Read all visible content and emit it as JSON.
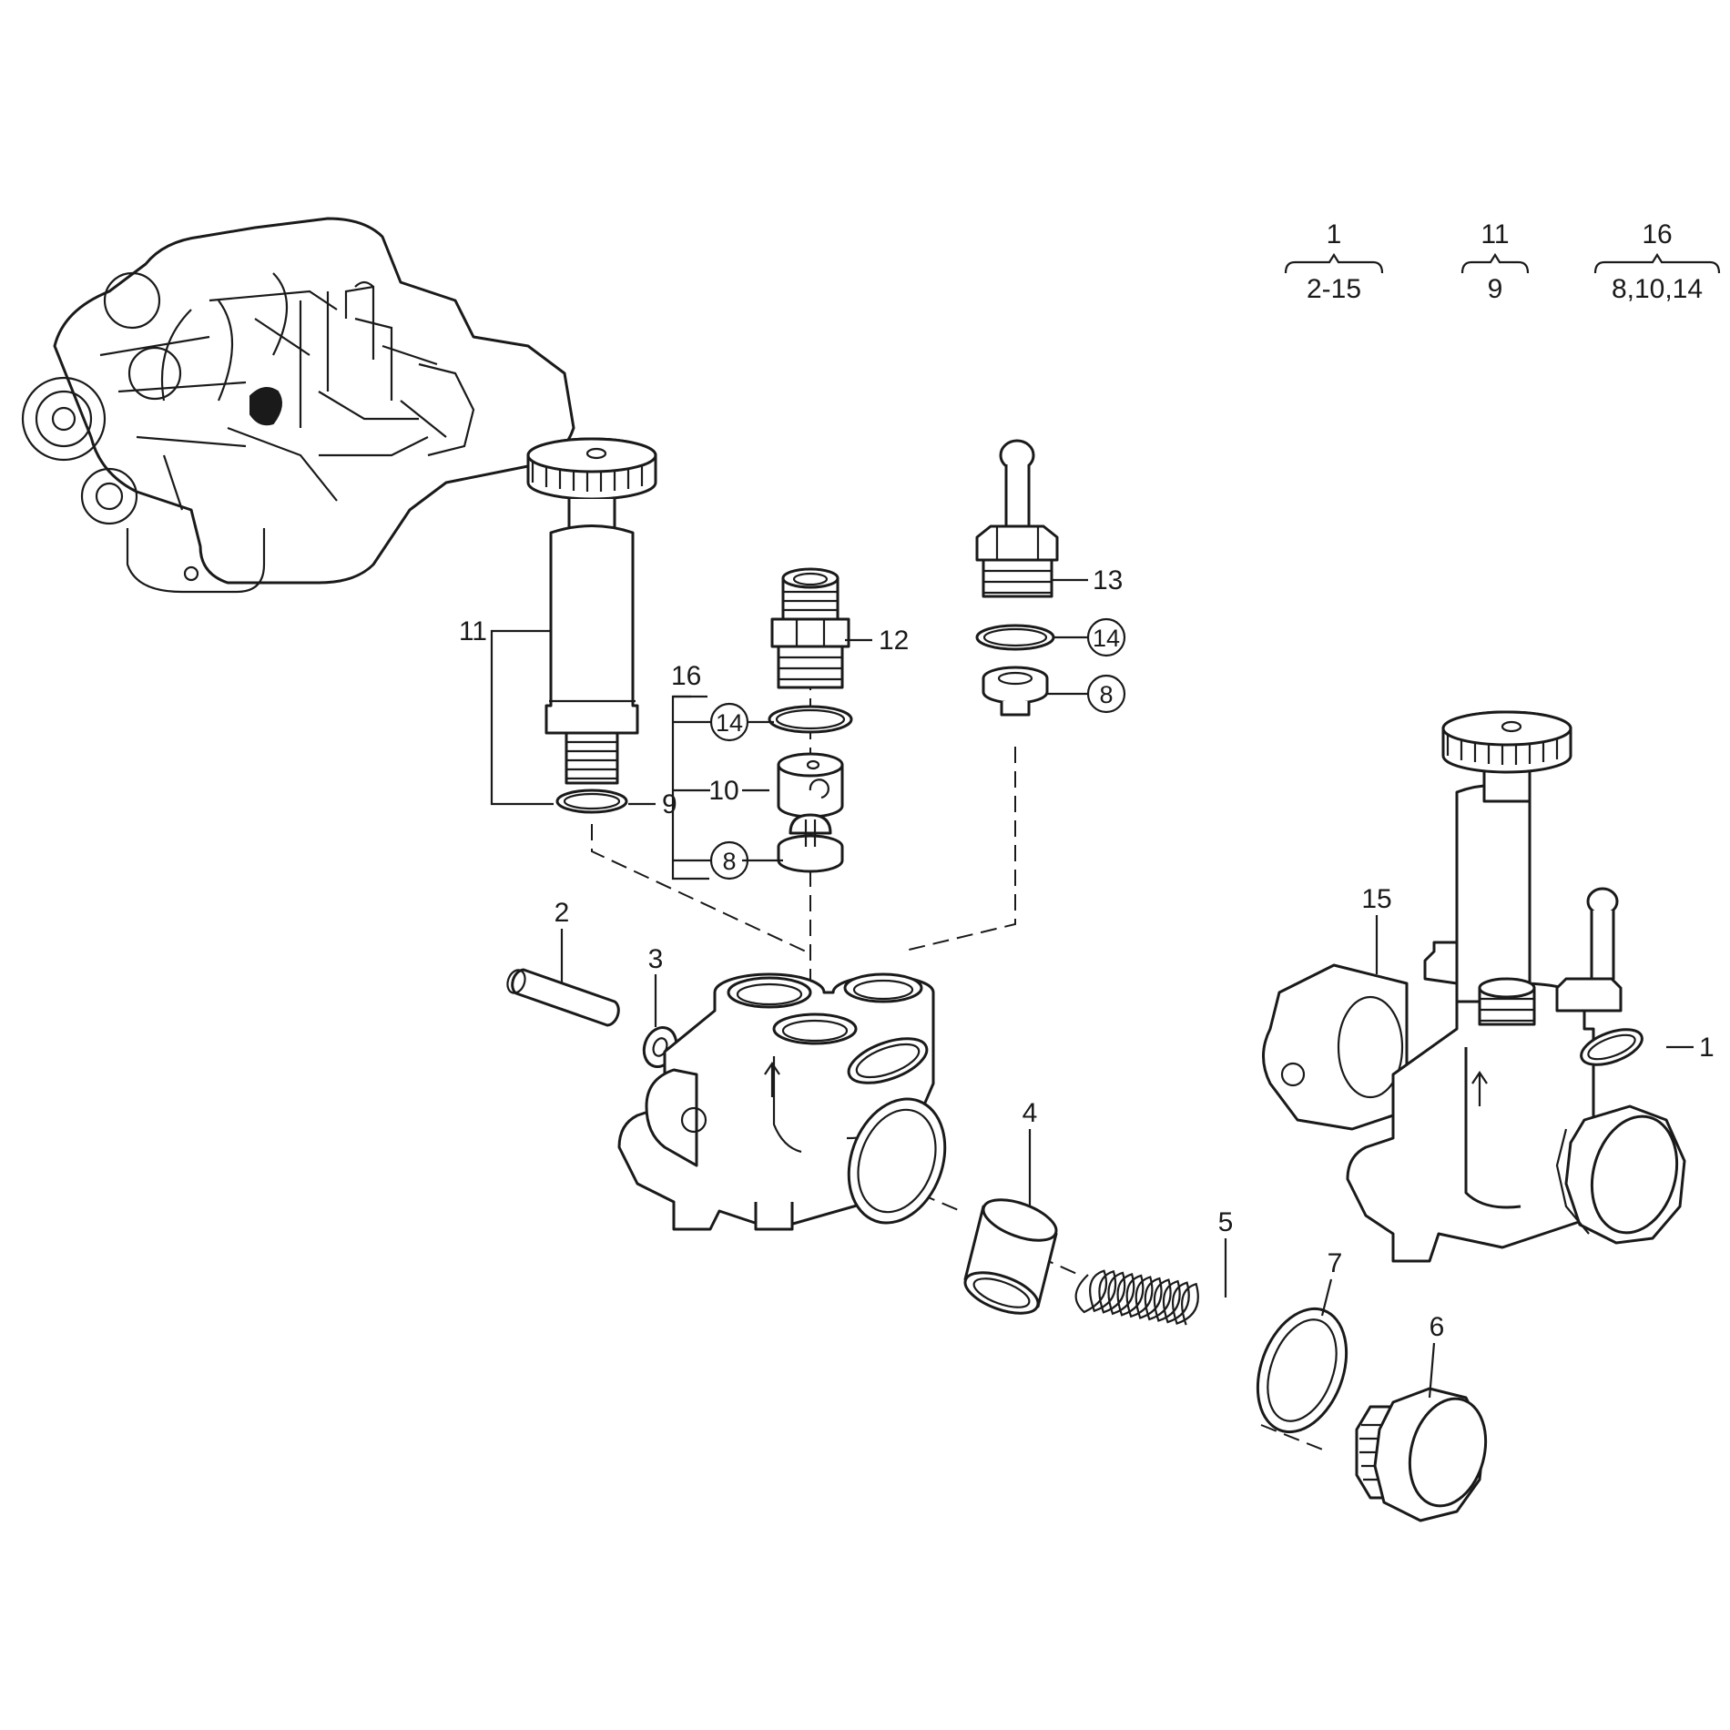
{
  "groups": [
    {
      "parent": "1",
      "children": "2-15"
    },
    {
      "parent": "11",
      "children": "9"
    },
    {
      "parent": "16",
      "children": "8,10,14"
    }
  ],
  "callouts": {
    "c1": "1",
    "c2": "2",
    "c3": "3",
    "c4": "4",
    "c5": "5",
    "c6": "6",
    "c7": "7",
    "c8a": "8",
    "c8b": "8",
    "c9": "9",
    "c10": "10",
    "c11": "11",
    "c12": "12",
    "c13": "13",
    "c14a": "14",
    "c14b": "14",
    "c15": "15",
    "c16": "16"
  }
}
